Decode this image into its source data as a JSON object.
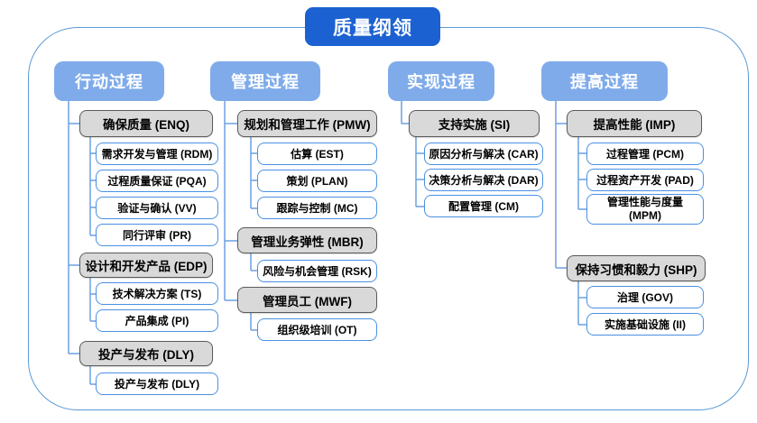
{
  "title": "质量纲领",
  "colors": {
    "title_bg": "#1b61d1",
    "header_bg": "#7fabea",
    "group_bg": "#d9d9d9",
    "group_border": "#5a5a5a",
    "leaf_border": "#4a90e2",
    "connector": "#6ba1e0",
    "boundary_border": "#5b9bd5"
  },
  "columns": [
    {
      "header": "行动过程",
      "groups": [
        {
          "label": "确保质量 (ENQ)",
          "children": [
            "需求开发与管理 (RDM)",
            "过程质量保证 (PQA)",
            "验证与确认 (VV)",
            "同行评审 (PR)"
          ]
        },
        {
          "label": "设计和开发产品 (EDP)",
          "children": [
            "技术解决方案 (TS)",
            "产品集成 (PI)"
          ]
        },
        {
          "label": "投产与发布 (DLY)",
          "children": [
            "投产与发布 (DLY)"
          ]
        }
      ]
    },
    {
      "header": "管理过程",
      "groups": [
        {
          "label": "规划和管理工作 (PMW)",
          "children": [
            "估算 (EST)",
            "策划 (PLAN)",
            "跟踪与控制 (MC)"
          ]
        },
        {
          "label": "管理业务弹性 (MBR)",
          "children": [
            "风险与机会管理 (RSK)"
          ]
        },
        {
          "label": "管理员工 (MWF)",
          "children": [
            "组织级培训 (OT)"
          ]
        }
      ]
    },
    {
      "header": "实现过程",
      "groups": [
        {
          "label": "支持实施 (SI)",
          "children": [
            "原因分析与解决 (CAR)",
            "决策分析与解决 (DAR)",
            "配置管理 (CM)"
          ]
        }
      ]
    },
    {
      "header": "提高过程",
      "groups": [
        {
          "label": "提高性能 (IMP)",
          "children": [
            "过程管理 (PCM)",
            "过程资产开发 (PAD)",
            "管理性能与度量 (MPM)"
          ]
        },
        {
          "label": "保持习惯和毅力 (SHP)",
          "children": [
            "治理 (GOV)",
            "实施基础设施 (II)"
          ]
        }
      ]
    }
  ]
}
